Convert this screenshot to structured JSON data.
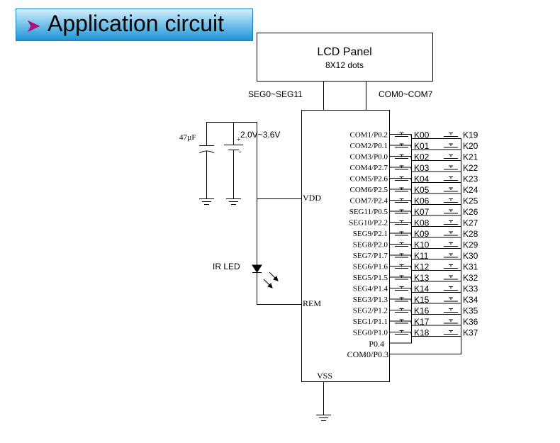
{
  "title": "Application circuit",
  "lcd_panel": {
    "name": "LCD Panel",
    "subtitle": "8X12 dots"
  },
  "bus_labels": {
    "seg": "SEG0~SEG11",
    "com": "COM0~COM7"
  },
  "capacitor_label": "47µF",
  "supply_label": "2.0V~3.6V",
  "supply_plus": "+",
  "ir_led_label": "IR LED",
  "pins": {
    "vdd": "VDD",
    "rem": "REM",
    "vss": "VSS",
    "p04": "P0.4",
    "com0": "COM0/P0.3"
  },
  "left_pins": [
    "COM1/P0.2",
    "COM2/P0.1",
    "COM3/P0.0",
    "COM4/P2.7",
    "COM5/P2.6",
    "COM6/P2.5",
    "COM7/P2.4",
    "SEG11/P0.5",
    "SEG10/P2.2",
    "SEG9/P2.1",
    "SEG8/P2.0",
    "SEG7/P1.7",
    "SEG6/P1.6",
    "SEG5/P1.5",
    "SEG4/P1.4",
    "SEG3/P1.3",
    "SEG2/P1.2",
    "SEG1/P1.1",
    "SEG0/P1.0"
  ],
  "keys_left": [
    "K00",
    "K01",
    "K02",
    "K03",
    "K04",
    "K05",
    "K06",
    "K07",
    "K08",
    "K09",
    "K10",
    "K11",
    "K12",
    "K13",
    "K14",
    "K15",
    "K16",
    "K17",
    "K18"
  ],
  "keys_right": [
    "K19",
    "K20",
    "K21",
    "K22",
    "K23",
    "K24",
    "K25",
    "K26",
    "K27",
    "K28",
    "K29",
    "K30",
    "K31",
    "K32",
    "K33",
    "K34",
    "K35",
    "K36",
    "K37"
  ]
}
